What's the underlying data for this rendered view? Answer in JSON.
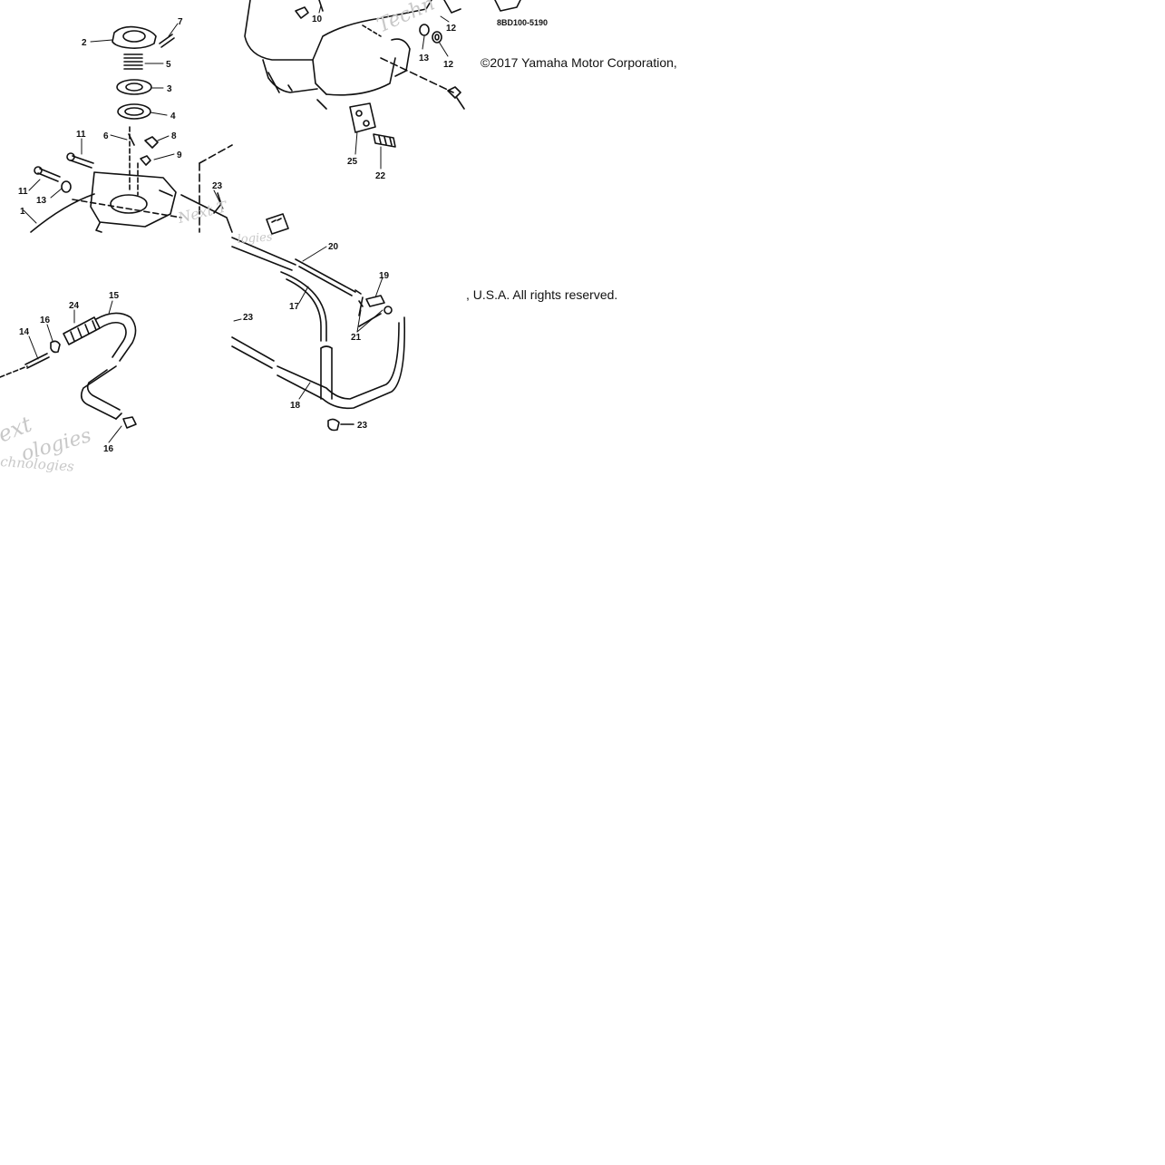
{
  "drawing_code": "8BD100-5190",
  "copyright": {
    "line1": "©2017 Yamaha Motor Corporation,",
    "line2": ", U.S.A. All rights reserved."
  },
  "callouts": {
    "c1": "1",
    "c2": "2",
    "c3": "3",
    "c4": "4",
    "c5": "5",
    "c6": "6",
    "c7": "7",
    "c8": "8",
    "c9": "9",
    "c10": "10",
    "c11a": "11",
    "c11b": "11",
    "c12a": "12",
    "c12b": "12",
    "c13a": "13",
    "c13b": "13",
    "c14": "14",
    "c15": "15",
    "c16a": "16",
    "c16b": "16",
    "c17": "17",
    "c18": "18",
    "c19": "19",
    "c20": "20",
    "c21": "21",
    "c22": "22",
    "c23a": "23",
    "c23b": "23",
    "c23c": "23",
    "c24": "24",
    "c25": "25"
  },
  "watermarks": {
    "w1": "Techn",
    "w2": "Next T",
    "w3": "logies",
    "w4": "ext",
    "w5": "ologies",
    "w6": "chnologies"
  }
}
